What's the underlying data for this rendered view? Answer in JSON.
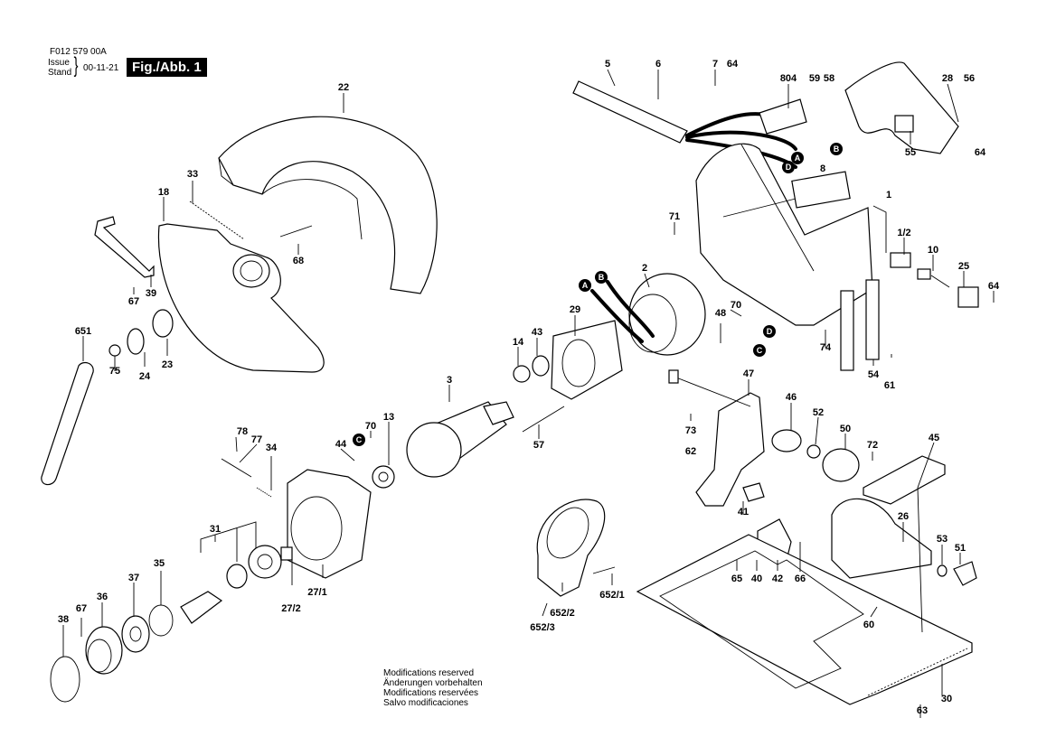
{
  "header": {
    "drawing_code": "F012 579 00A",
    "issue_label_en": "Issue",
    "issue_label_de": "Stand",
    "issue_date": "00-11-21",
    "figure_label": "Fig./Abb. 1"
  },
  "footer": {
    "notice_en": "Modifications reserved",
    "notice_de": "Änderungen vorbehalten",
    "notice_fr": "Modifications reservées",
    "notice_es": "Salvo modificaciones"
  },
  "connector_badges": [
    "A",
    "B",
    "C",
    "D"
  ],
  "part_labels": {
    "p1": "1",
    "p1_2": "1/2",
    "p2": "2",
    "p3": "3",
    "p5": "5",
    "p6": "6",
    "p7": "7",
    "p8": "8",
    "p10": "10",
    "p13": "13",
    "p14": "14",
    "p18": "18",
    "p22": "22",
    "p23": "23",
    "p24": "24",
    "p25": "25",
    "p26": "26",
    "p27_1": "27/1",
    "p27_2": "27/2",
    "p28": "28",
    "p29": "29",
    "p30": "30",
    "p31": "31",
    "p33": "33",
    "p34": "34",
    "p35": "35",
    "p36": "36",
    "p37": "37",
    "p38": "38",
    "p39": "39",
    "p40": "40",
    "p41": "41",
    "p42": "42",
    "p43": "43",
    "p44": "44",
    "p45": "45",
    "p46": "46",
    "p47": "47",
    "p48": "48",
    "p50": "50",
    "p51": "51",
    "p52": "52",
    "p53": "53",
    "p54": "54",
    "p55": "55",
    "p56": "56",
    "p57": "57",
    "p58": "58",
    "p59": "59",
    "p60": "60",
    "p61": "61",
    "p62": "62",
    "p63": "63",
    "p64a": "64",
    "p64b": "64",
    "p64c": "64",
    "p65": "65",
    "p66": "66",
    "p67a": "67",
    "p67b": "67",
    "p68": "68",
    "p70a": "70",
    "p70b": "70",
    "p71": "71",
    "p72": "72",
    "p73": "73",
    "p74": "74",
    "p75": "75",
    "p77": "77",
    "p78": "78",
    "p651": "651",
    "p652_1": "652/1",
    "p652_2": "652/2",
    "p652_3": "652/3",
    "p804": "804"
  }
}
